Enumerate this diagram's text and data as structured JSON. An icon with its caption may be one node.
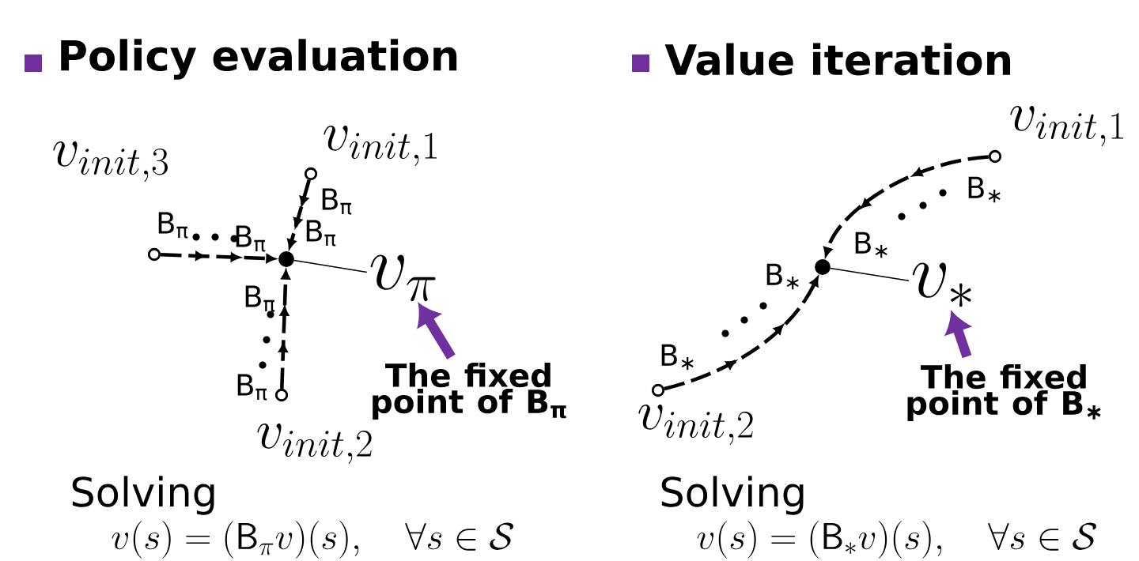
{
  "diagram": {
    "nodes": [
      {
        "text": [],
        "shape": "circle"
      },
      {
        "text": [],
        "shape": "circle"
      },
      {
        "text": [],
        "shape": "circle"
      },
      {
        "text": [],
        "shape": "circle"
      },
      {
        "text": [
          "v_{\\pi}"
        ]
      },
      {
        "text": [
          "The fixed point of B$_{π}$"
        ]
      },
      {
        "text": [],
        "shape": "circle"
      },
      {
        "text": [],
        "shape": "circle"
      },
      {
        "text": [],
        "shape": "circle"
      },
      {
        "text": [
          "v_{*}"
        ]
      },
      {
        "text": [
          "The fixed point of B$_{∗}$"
        ]
      }
    ],
    "edges": [
      {
        "from": 0,
        "to": 3,
        "arrow": "to",
        "style": "dashed",
        "label": "B$_{π}$"
      },
      {
        "from": 1,
        "to": 3,
        "arrow": "to",
        "style": "dashed",
        "label": "B$_{π}$"
      },
      {
        "from": 2,
        "to": 3,
        "arrow": "to",
        "style": "dashed",
        "label": "B$_{π}$"
      },
      {
        "from": 3,
        "to": 4,
        "arrow": "none"
      },
      {
        "from": 5,
        "to": 4,
        "arrow": "to",
        "style": "thick",
        "color": "#7030a0"
      },
      {
        "from": 6,
        "to": 8,
        "arrow": "to",
        "style": "dashed",
        "label": "B$_{∗}$"
      },
      {
        "from": 7,
        "to": 8,
        "arrow": "to",
        "style": "dashed",
        "label": "B$_{∗}$"
      },
      {
        "from": 8,
        "to": 9,
        "arrow": "none"
      },
      {
        "from": 10,
        "to": 9,
        "arrow": "to",
        "style": "thick",
        "color": "#7030a0"
      }
    ],
    "labels": [
      "Policy evaluation",
      "Value iteration",
      "v_{init,1}",
      "v_{init,3}",
      "v_{init,1}",
      "B$_{π}$",
      "B$_{π}$",
      "B$_{π}$",
      "B$_{∗}$",
      "B$_{∗}$",
      "v_{init,2}",
      "v_{init,2}",
      "Solving",
      "v(s)=(\\mathsf{B}_{\\pi}v)(s),\\quad\\forall s\\in\\mathcal{S}",
      "Solving",
      "v(s)=(\\mathsf{B}_{*}v)(s),\\quad\\forall s\\in\\mathcal{S}"
    ]
  }
}
